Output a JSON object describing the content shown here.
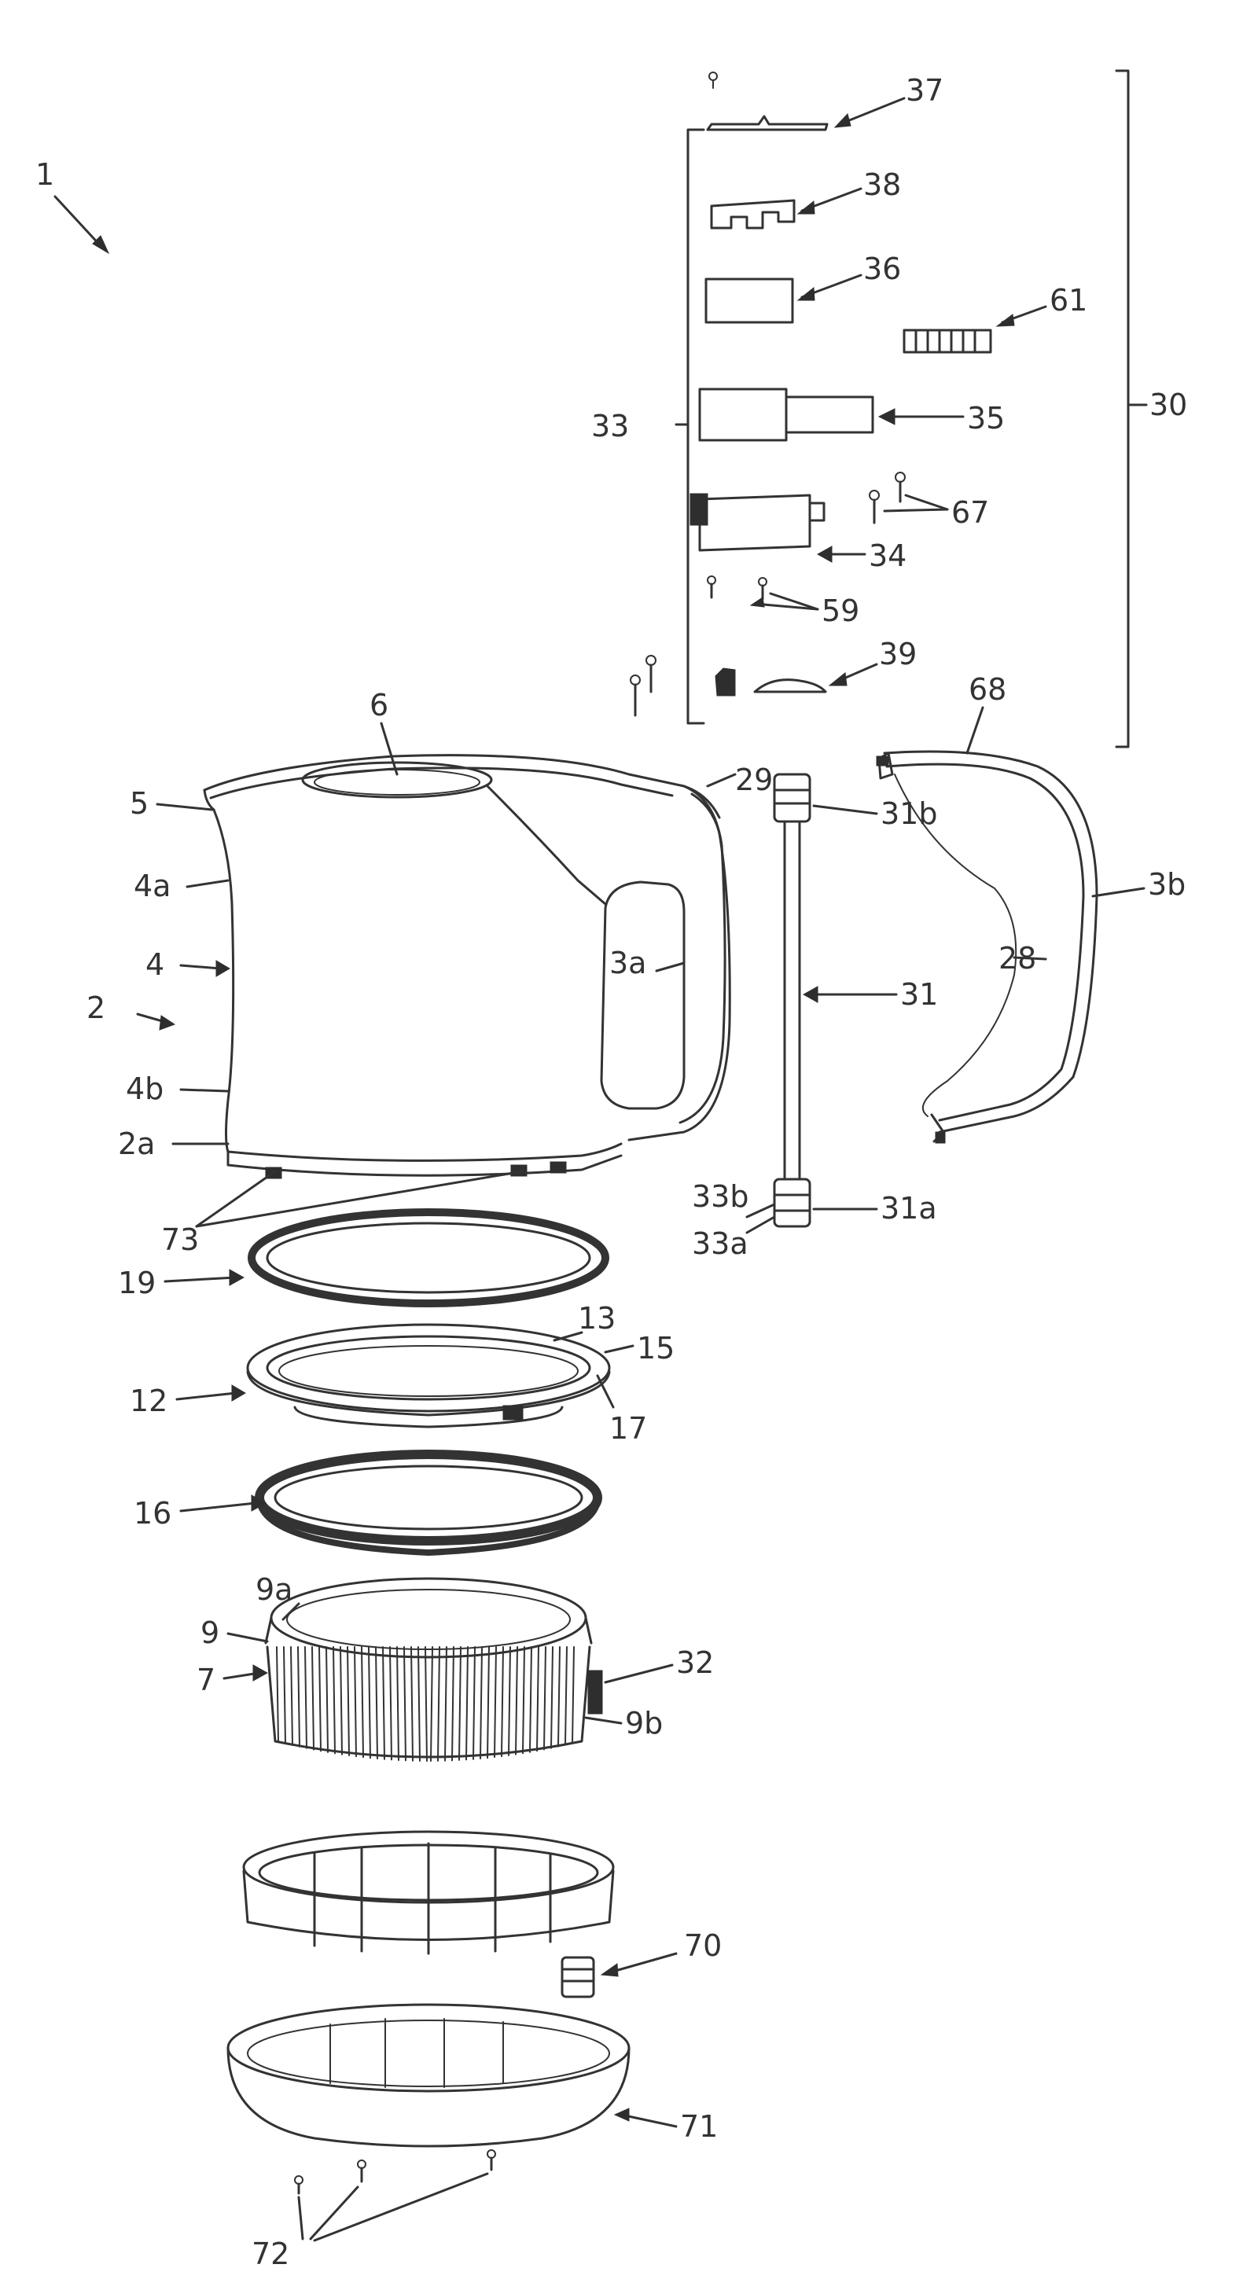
{
  "figure": {
    "reference_numerals": {
      "n1": "1",
      "n2": "2",
      "n2a": "2a",
      "n3a": "3a",
      "n3b": "3b",
      "n4": "4",
      "n4a": "4a",
      "n4b": "4b",
      "n5": "5",
      "n6": "6",
      "n7": "7",
      "n9": "9",
      "n9a": "9a",
      "n9b": "9b",
      "n12": "12",
      "n13": "13",
      "n15": "15",
      "n16": "16",
      "n17": "17",
      "n19": "19",
      "n28": "28",
      "n29": "29",
      "n30": "30",
      "n31": "31",
      "n31a": "31a",
      "n31b": "31b",
      "n32": "32",
      "n33": "33",
      "n33a": "33a",
      "n33b": "33b",
      "n34": "34",
      "n35": "35",
      "n36": "36",
      "n37": "37",
      "n38": "38",
      "n39": "39",
      "n59": "59",
      "n61": "61",
      "n67": "67",
      "n68": "68",
      "n70": "70",
      "n71": "71",
      "n72": "72",
      "n73": "73"
    }
  }
}
